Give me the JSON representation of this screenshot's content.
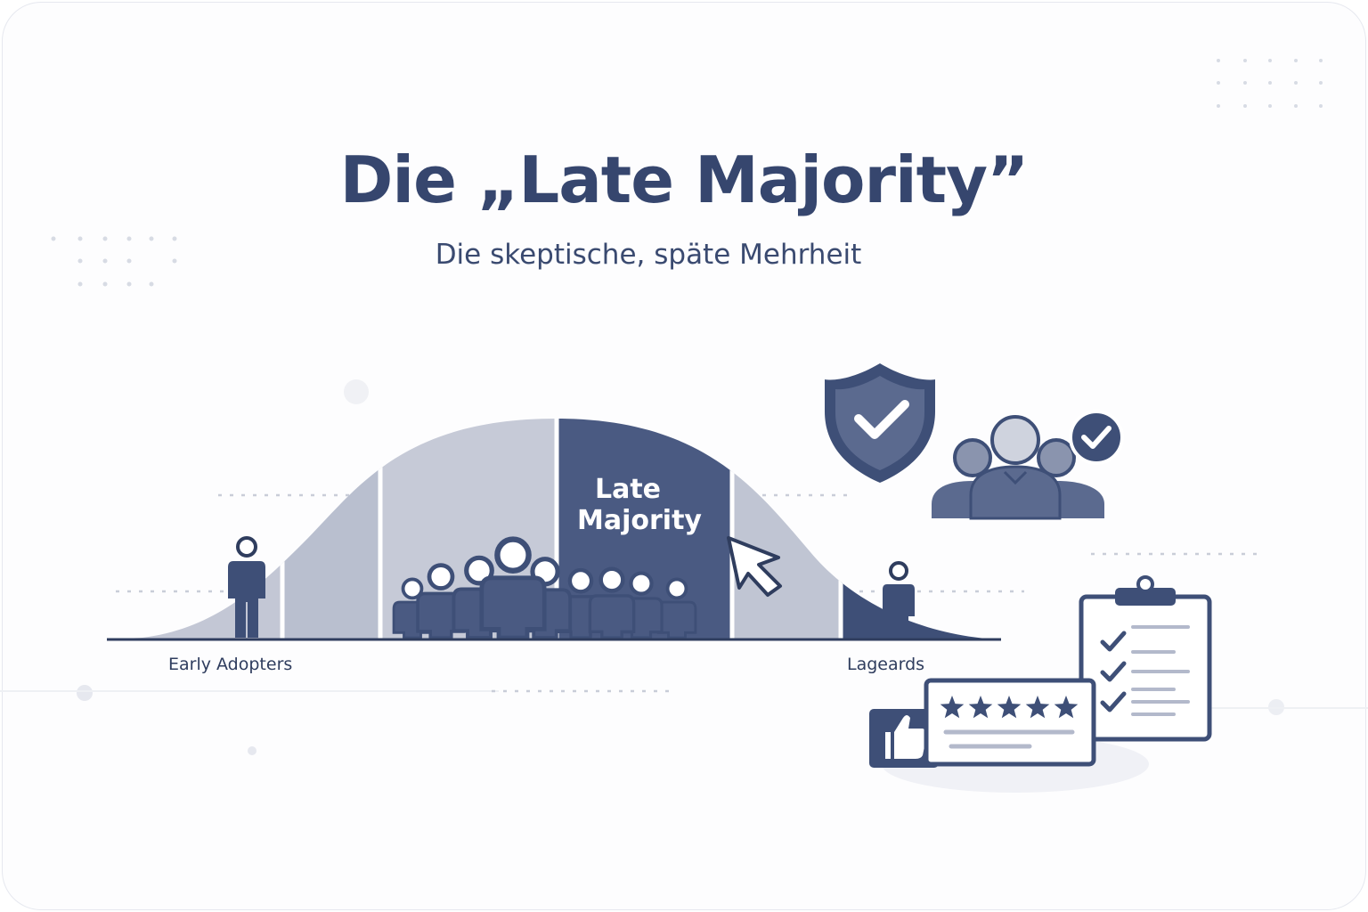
{
  "title": "Die „Late Majority”",
  "subtitle": "Die skeptische, späte Mehrheit",
  "curve": {
    "highlight_label_line1": "Late",
    "highlight_label_line2": "Majority",
    "left_label": "Early Adopters",
    "right_label": "Lageards"
  },
  "colors": {
    "primary": "#3e4f77",
    "segment_light": "#c7cbd8",
    "segment_mid": "#b3b9cb",
    "highlight": "#4a5a82",
    "background": "#fdfdfe"
  },
  "icons": [
    "shield-check-icon",
    "group-approved-icon",
    "checklist-clipboard-icon",
    "star-rating-card-icon",
    "thumbs-up-icon",
    "cursor-arrow-icon",
    "person-icon",
    "crowd-icon"
  ],
  "rating": {
    "stars": 5
  }
}
